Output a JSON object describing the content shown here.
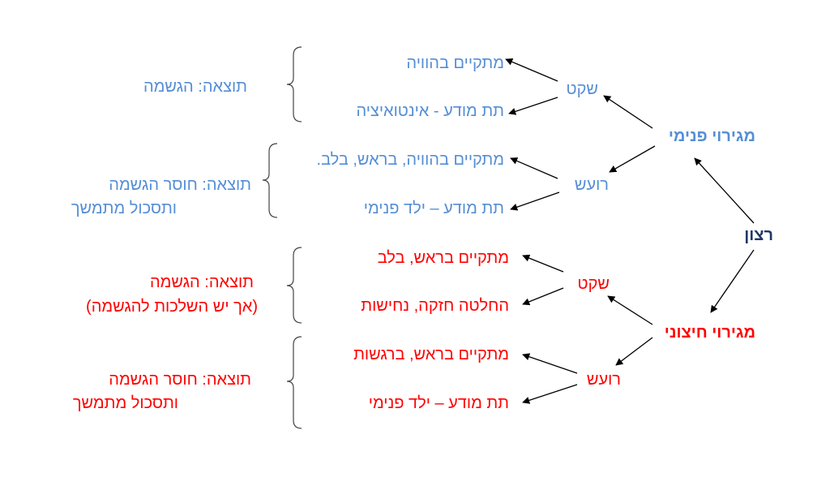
{
  "colors": {
    "inner": "#558ED5",
    "outer": "#FF0000",
    "root": "#1F3864"
  },
  "root": "רצון",
  "inner": {
    "label": "מגירוי פנימי",
    "calm": {
      "label": "שקט",
      "items": [
        "מתקיים בהוויה",
        "תת מודע - אינטואיציה"
      ],
      "result": "תוצאה: הגשמה"
    },
    "noisy": {
      "label": "רועש",
      "items": [
        "מתקיים בהוויה, בראש, בלב.",
        "תת מודע – ילד פנימי"
      ],
      "result": [
        "תוצאה: חוסר הגשמה",
        "ותסכול מתמשך"
      ]
    }
  },
  "outer": {
    "label": "מגירוי חיצוני",
    "calm": {
      "label": "שקט",
      "items": [
        "מתקיים בראש, בלב",
        "החלטה חזקה, נחישות"
      ],
      "result": [
        "תוצאה: הגשמה",
        "(אך יש השלכות להגשמה)"
      ]
    },
    "noisy": {
      "label": "רועש",
      "items": [
        "מתקיים בראש, ברגשות",
        "תת מודע – ילד פנימי"
      ],
      "result": [
        "תוצאה: חוסר הגשמה",
        "ותסכול מתמשך"
      ]
    }
  }
}
